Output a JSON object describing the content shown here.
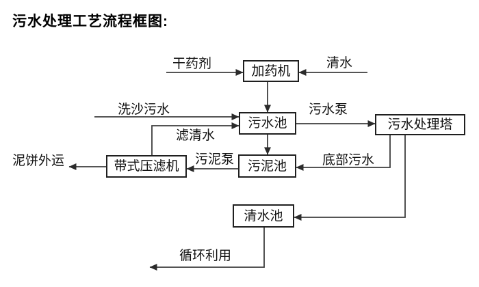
{
  "title": "污水处理工艺流程框图:",
  "colors": {
    "background": "#ffffff",
    "line": "#3d3d3d",
    "box_border": "#1f1f1f",
    "text": "#111111"
  },
  "diagram": {
    "nodes": [
      {
        "id": "dosing-machine",
        "label": "加药机"
      },
      {
        "id": "sewage-pool",
        "label": "污水池"
      },
      {
        "id": "treatment-tower",
        "label": "污水处理塔"
      },
      {
        "id": "sludge-pool",
        "label": "污泥池"
      },
      {
        "id": "belt-filter-press",
        "label": "带式压滤机"
      },
      {
        "id": "clean-water-pool",
        "label": "清水池"
      }
    ],
    "flows": [
      {
        "from": "外部",
        "to": "加药机",
        "label": "干药剂"
      },
      {
        "from": "外部",
        "to": "加药机",
        "label": "清水"
      },
      {
        "from": "加药机",
        "to": "污水池",
        "label": ""
      },
      {
        "from": "外部",
        "to": "污水池",
        "label": "洗沙污水"
      },
      {
        "from": "带式压滤机",
        "to": "污水池",
        "label": "滤清水"
      },
      {
        "from": "污水池",
        "to": "污水处理塔",
        "label": "污水泵"
      },
      {
        "from": "污水池",
        "to": "污泥池",
        "label": ""
      },
      {
        "from": "污水处理塔",
        "to": "污泥池",
        "label": "底部污水"
      },
      {
        "from": "污泥池",
        "to": "带式压滤机",
        "label": "污泥泵"
      },
      {
        "from": "带式压滤机",
        "to": "外部",
        "label": "泥饼外运"
      },
      {
        "from": "污水处理塔",
        "to": "清水池",
        "label": ""
      },
      {
        "from": "清水池",
        "to": "外部",
        "label": "循环利用"
      }
    ]
  }
}
